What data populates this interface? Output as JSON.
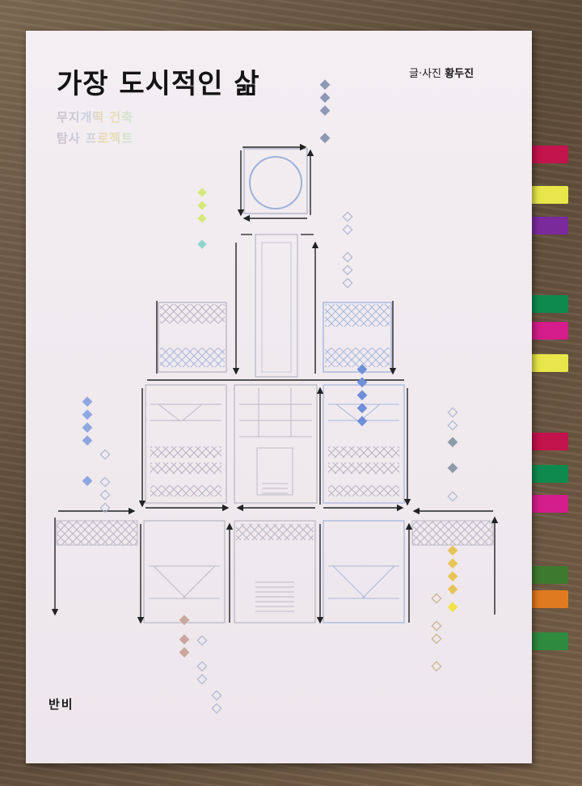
{
  "cover": {
    "title": "가장 도시적인 삶",
    "subtitle_line1": "무지개떡 건축",
    "subtitle_line2": "탐사 프로젝트",
    "author_label": "글·사진",
    "author_name": "황두진",
    "publisher": "반비"
  },
  "colors": {
    "table": "#6e5a43",
    "paper": "#f1ebf0",
    "ink": "#141414",
    "foil_blue": "#8ea8dc",
    "foil_gold": "#e7c45a",
    "foil_silver": "#b9b7c4",
    "tab_colors": [
      "#c2134d",
      "#e8e64a",
      "#7b2a9c",
      "#0f8a4f",
      "#d41c8b",
      "#e8e64a",
      "#c2134d",
      "#0f8a4f",
      "#d41c8b",
      "#3e7a2d",
      "#e07a1f",
      "#2e8a3f"
    ]
  }
}
